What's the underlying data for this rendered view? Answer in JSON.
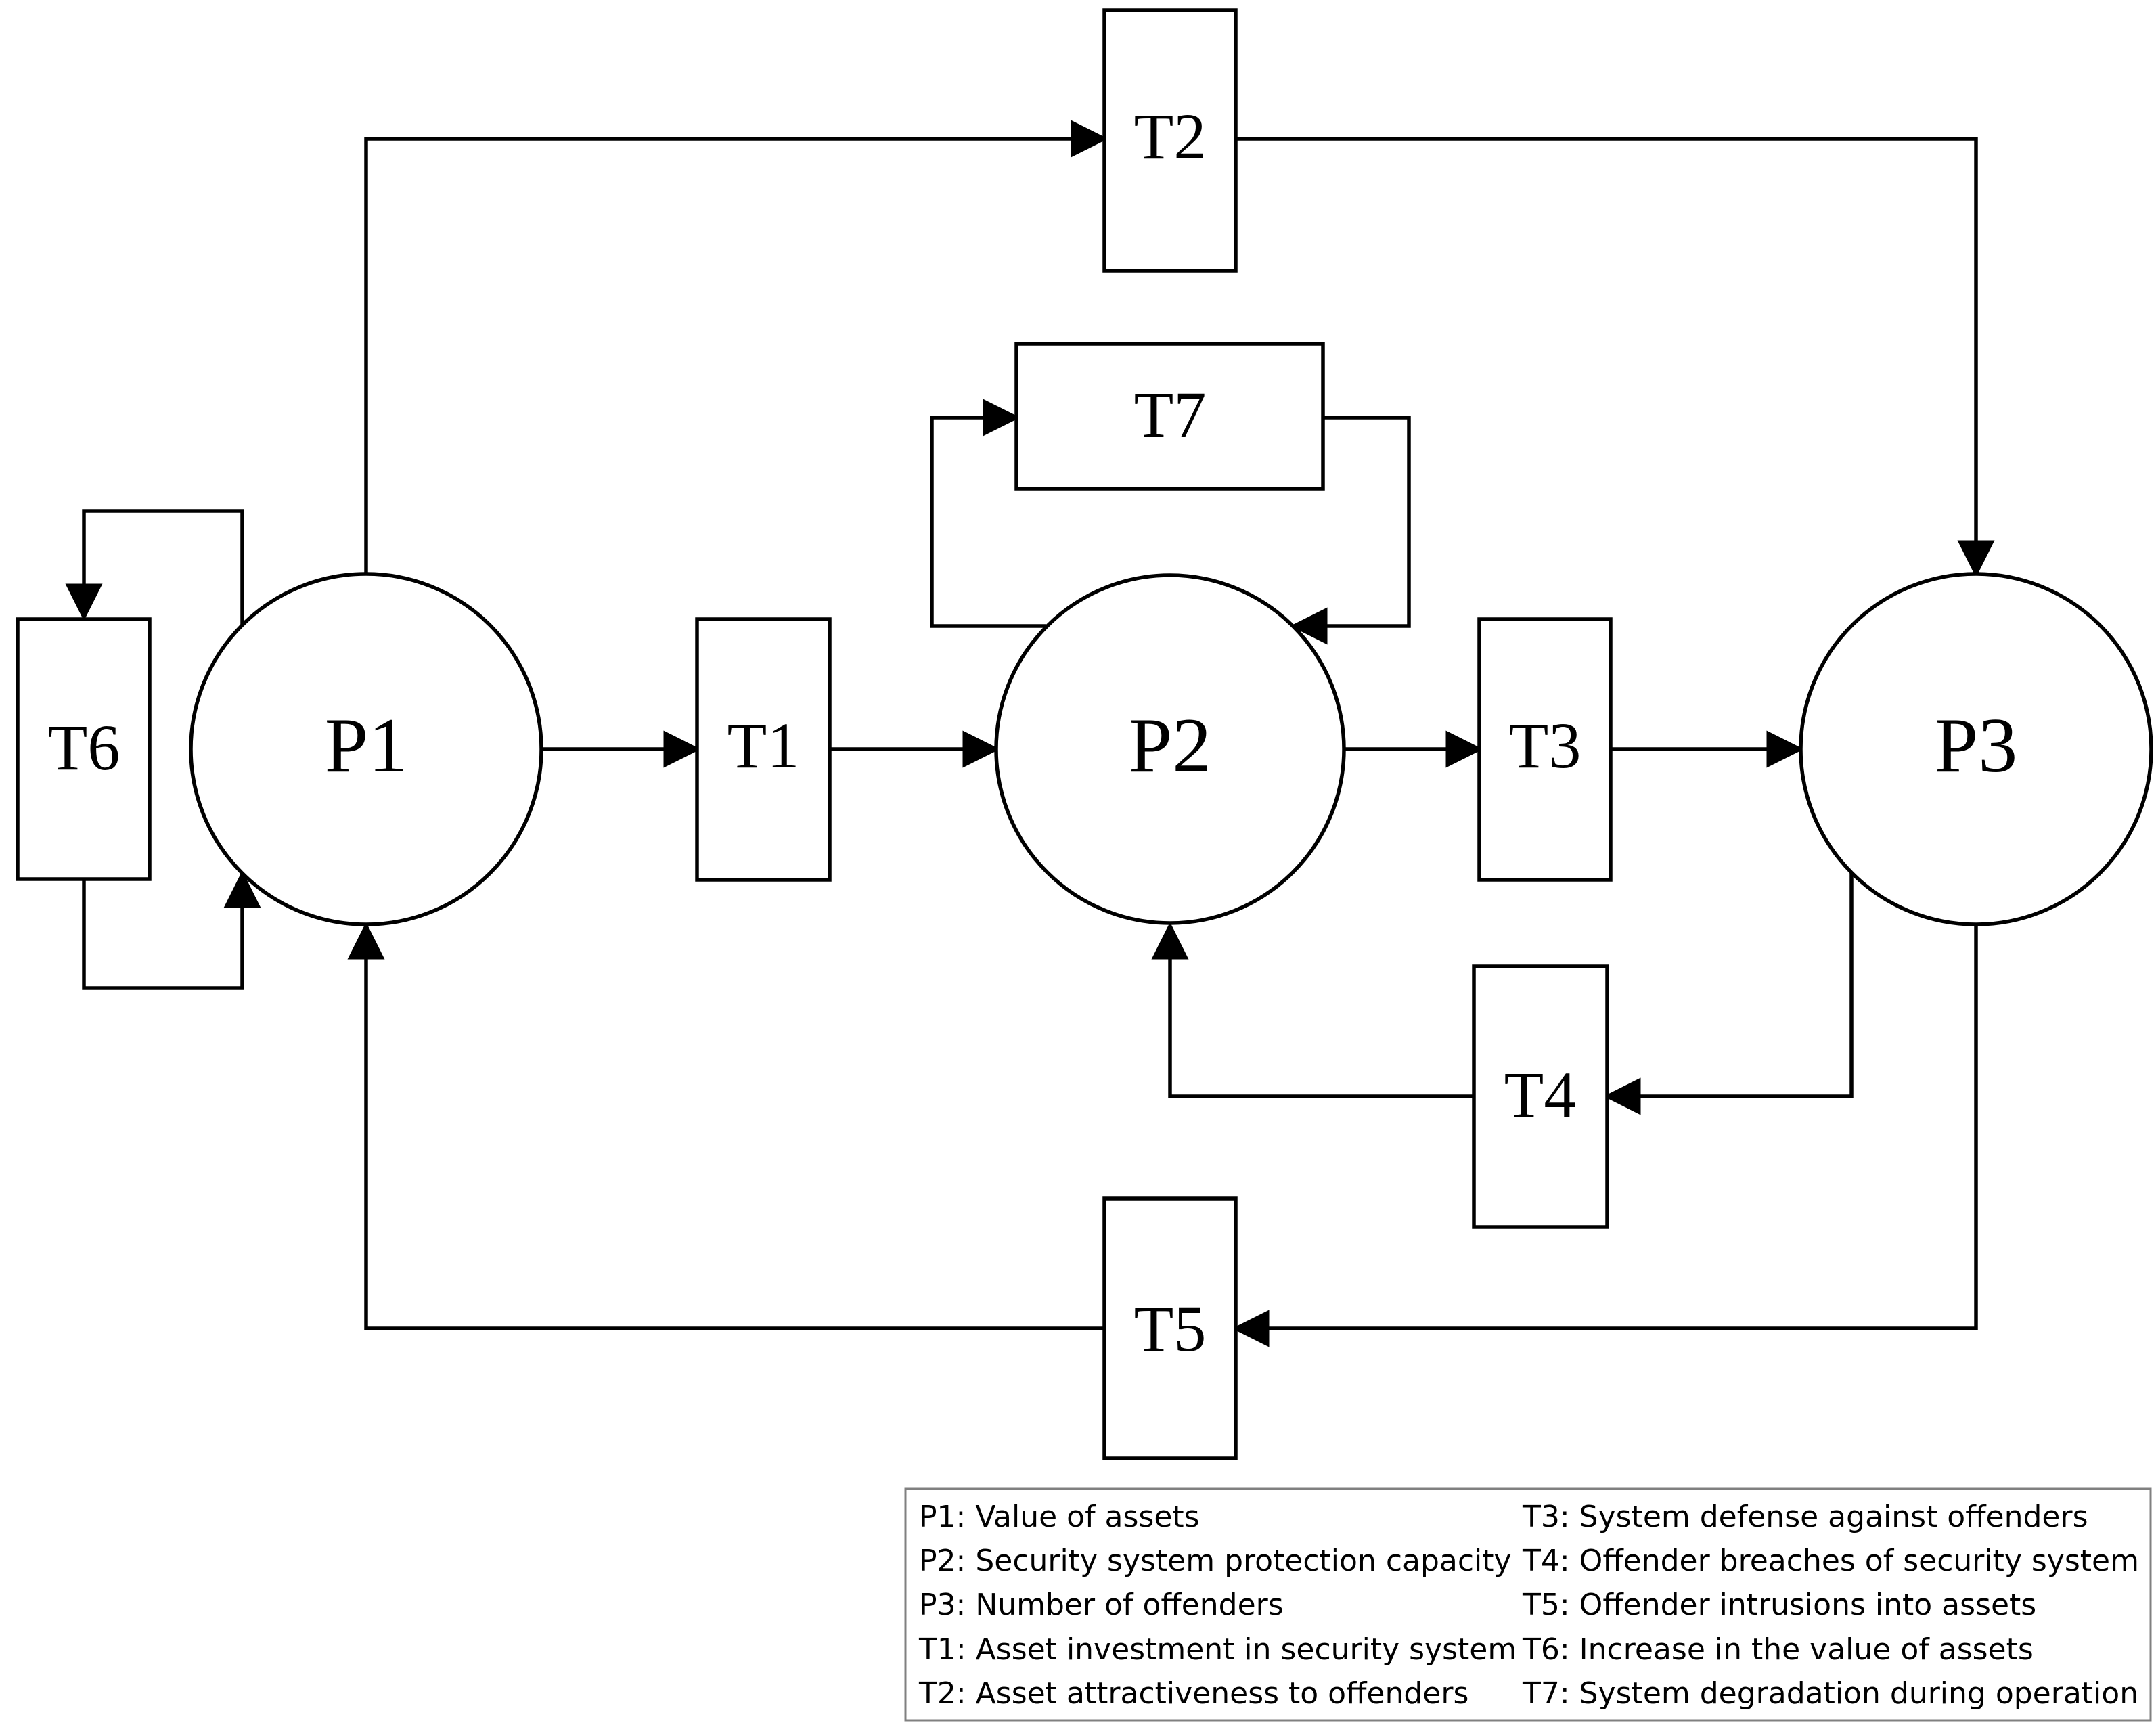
{
  "places": [
    {
      "id": "P1",
      "label": "P1"
    },
    {
      "id": "P2",
      "label": "P2"
    },
    {
      "id": "P3",
      "label": "P3"
    }
  ],
  "transitions": [
    {
      "id": "T1",
      "label": "T1"
    },
    {
      "id": "T2",
      "label": "T2"
    },
    {
      "id": "T3",
      "label": "T3"
    },
    {
      "id": "T4",
      "label": "T4"
    },
    {
      "id": "T5",
      "label": "T5"
    },
    {
      "id": "T6",
      "label": "T6"
    },
    {
      "id": "T7",
      "label": "T7"
    }
  ],
  "arcs": [
    {
      "from": "P1",
      "to": "T1"
    },
    {
      "from": "T1",
      "to": "P2"
    },
    {
      "from": "P2",
      "to": "T3"
    },
    {
      "from": "T3",
      "to": "P3"
    },
    {
      "from": "P1",
      "to": "T2"
    },
    {
      "from": "T2",
      "to": "P3"
    },
    {
      "from": "P2",
      "to": "T7"
    },
    {
      "from": "T7",
      "to": "P2"
    },
    {
      "from": "P3",
      "to": "T4"
    },
    {
      "from": "T4",
      "to": "P2"
    },
    {
      "from": "P3",
      "to": "T5"
    },
    {
      "from": "T5",
      "to": "P1"
    },
    {
      "from": "P1",
      "to": "T6"
    },
    {
      "from": "T6",
      "to": "P1"
    }
  ],
  "legend": {
    "left": [
      "P1: Value of assets",
      "P2: Security system protection capacity",
      "P3: Number of offenders",
      "T1: Asset investment in security system",
      "T2: Asset attractiveness to offenders"
    ],
    "right": [
      "T3: System defense against offenders",
      "T4: Offender breaches of security system",
      "T5: Offender intrusions into assets",
      "T6: Increase in the value of assets",
      "T7: System degradation during operation"
    ]
  }
}
